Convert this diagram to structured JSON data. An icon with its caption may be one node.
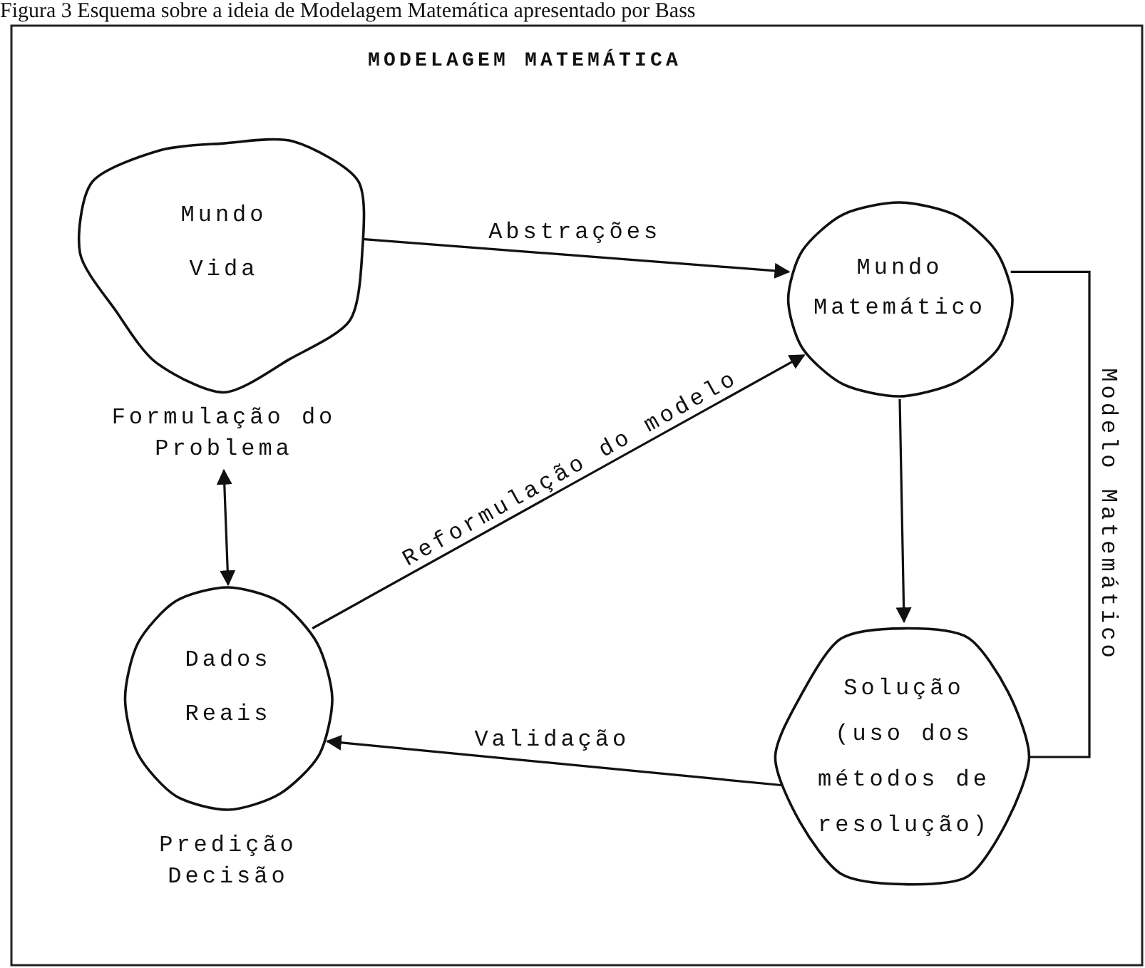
{
  "diagram": {
    "title": "MODELAGEM MATEMÁTICA",
    "caption": "Figura 3 Esquema sobre a ideia de Modelagem Matemática apresentado por Bass",
    "nodes": [
      {
        "text": [
          "Mundo Vida"
        ],
        "beside": [
          "Formulação do Problema"
        ]
      },
      {
        "text": [
          "Mundo Matemático"
        ]
      },
      {
        "text": [
          "Solução (uso dos métodos de resolução)"
        ]
      },
      {
        "text": [
          "Dados Reais"
        ],
        "beside": [
          "Predição Decisão"
        ]
      }
    ],
    "edges": [
      {
        "from": 0,
        "to": 1,
        "arrow": "to",
        "label": "Abstrações"
      },
      {
        "from": 1,
        "to": 2,
        "arrow": "to"
      },
      {
        "from": 1,
        "to": 2,
        "arrow": "none",
        "label": "Modelo Matemático"
      },
      {
        "from": 2,
        "to": 3,
        "arrow": "to",
        "label": "Validação"
      },
      {
        "from": 3,
        "to": 1,
        "arrow": "to",
        "label": "Reformulação do modelo"
      },
      {
        "from": 0,
        "to": 3,
        "arrow": "both"
      }
    ]
  }
}
